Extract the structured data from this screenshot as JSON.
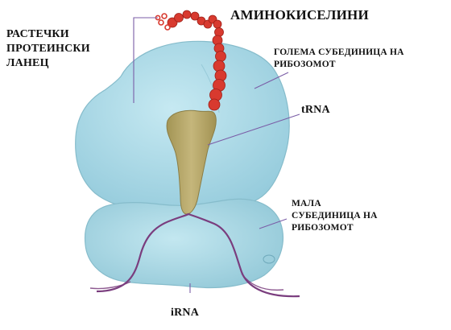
{
  "labels": {
    "amino_acids": "АМИНОКИСЕЛИНИ",
    "polypeptide": [
      "РАСТЕЧКИ",
      "ПРОТЕИНСКИ",
      "ЛАНЕЦ"
    ],
    "large_subunit": [
      "ГОЛЕМА СУБЕДИНИЦА НА",
      "РИБОЗОМОТ"
    ],
    "trna": "tRNA",
    "small_subunit": [
      "МАЛА",
      "СУБЕДИНИЦА НА",
      "РИБОЗОМОТ"
    ],
    "irna": "iRNA"
  },
  "colors": {
    "ribosome": "#a9dbe8",
    "ribosome_stroke": "#8ec3d3",
    "trna": "#b7a86d",
    "amino_chain": "#d83a2f",
    "rna_strand": "#7a3d7e",
    "leader_line": "#7b5ea7"
  }
}
